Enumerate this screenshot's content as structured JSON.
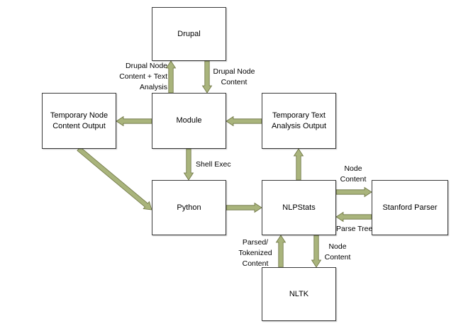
{
  "arrow_fill": "#a9b47c",
  "arrow_stroke": "#6b7240",
  "nodes": {
    "drupal": "Drupal",
    "temp_node_output": "Temporary Node\nContent Output",
    "module": "Module",
    "temp_text_output": "Temporary Text\nAnalysis Output",
    "python": "Python",
    "nlpstats": "NLPStats",
    "stanford_parser": "Stanford Parser",
    "nltk": "NLTK"
  },
  "edge_labels": {
    "module_to_drupal": "Drupal Node\nContent + Text\nAnalysis",
    "drupal_to_module": "Drupal Node\nContent",
    "module_to_python": "Shell Exec",
    "nlpstats_to_stanford": "Node\nContent",
    "stanford_to_nlpstats": "Parse Tree",
    "nltk_to_nlpstats": "Parsed/\nTokenized\nContent",
    "nlpstats_to_nltk": "Node\nContent"
  }
}
